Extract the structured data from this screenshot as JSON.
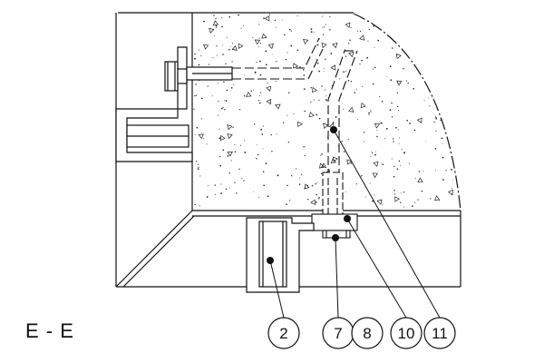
{
  "section_label": "E - E",
  "callouts": [
    {
      "id": "c2",
      "label": "2"
    },
    {
      "id": "c7",
      "label": "7"
    },
    {
      "id": "c8",
      "label": "8"
    },
    {
      "id": "c10",
      "label": "10"
    },
    {
      "id": "c11",
      "label": "11"
    }
  ],
  "colors": {
    "line": "#111111",
    "concrete_fill": "#ffffff",
    "background": "#ffffff"
  }
}
